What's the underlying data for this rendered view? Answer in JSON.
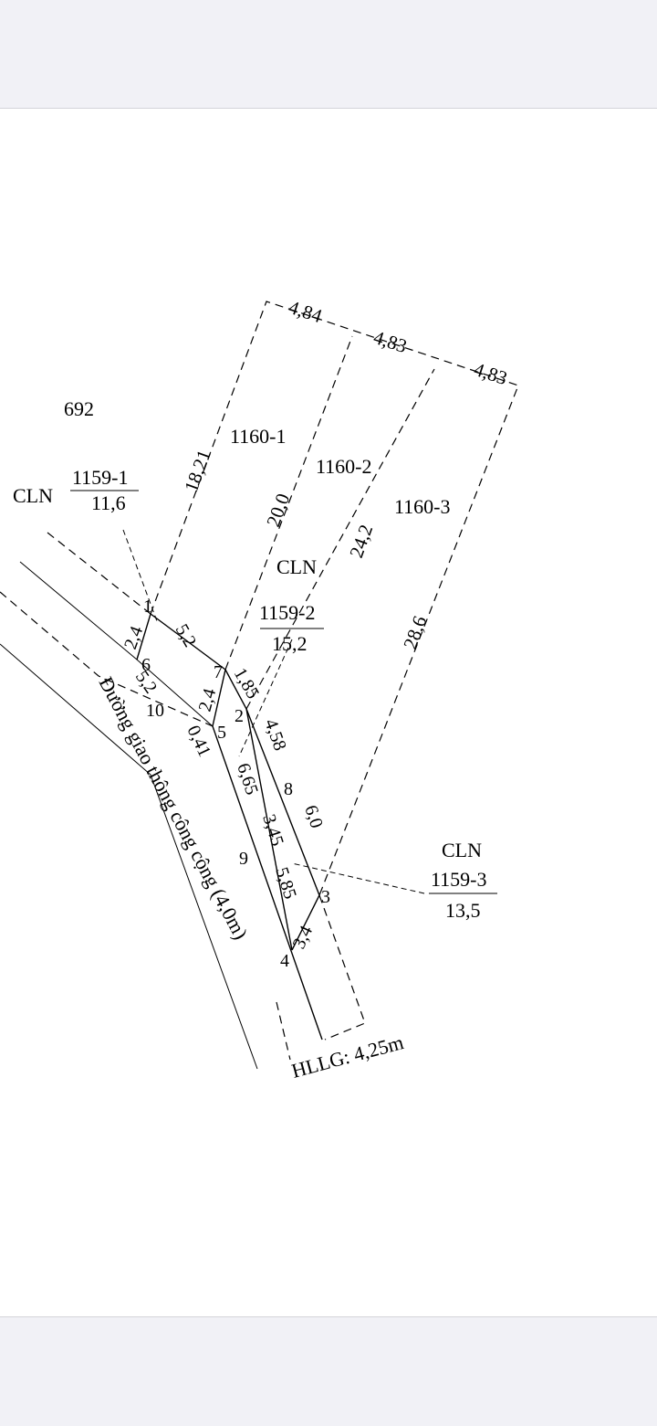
{
  "colors": {
    "background": "#f1f1f6",
    "sheet": "#ffffff",
    "ink": "#000000"
  },
  "top_dims": [
    "4,84",
    "4,83",
    "4,83"
  ],
  "parcel_692": "692",
  "lots": [
    "1160-1",
    "1160-2",
    "1160-3"
  ],
  "side_dims": [
    "18,21",
    "20,0",
    "24,2",
    "28,6"
  ],
  "plots": [
    {
      "type": "CLN",
      "number": "1159-1",
      "area": "11,6"
    },
    {
      "type": "CLN",
      "number": "1159-2",
      "area": "15,2"
    },
    {
      "type": "CLN",
      "number": "1159-3",
      "area": "13,5"
    }
  ],
  "points": [
    "1",
    "2",
    "3",
    "4",
    "5",
    "6",
    "7",
    "8",
    "9",
    "10"
  ],
  "edge_dims": {
    "d_1_6": "2,4",
    "d_1_7": "5,2",
    "d_6_5": "5,2",
    "d_7_5": "2,4",
    "d_7_2": "1,85",
    "d_10_5": "0,41",
    "d_2_8": "4,58",
    "d_5_9": "6,65",
    "d_9_8": "3,45",
    "d_8_3": "6,0",
    "d_9_4": "5,85",
    "d_4_3": "3,4"
  },
  "road_label": "Đường giao thông công cộng (4,0m)",
  "setback_label": "HLLG: 4,25m"
}
